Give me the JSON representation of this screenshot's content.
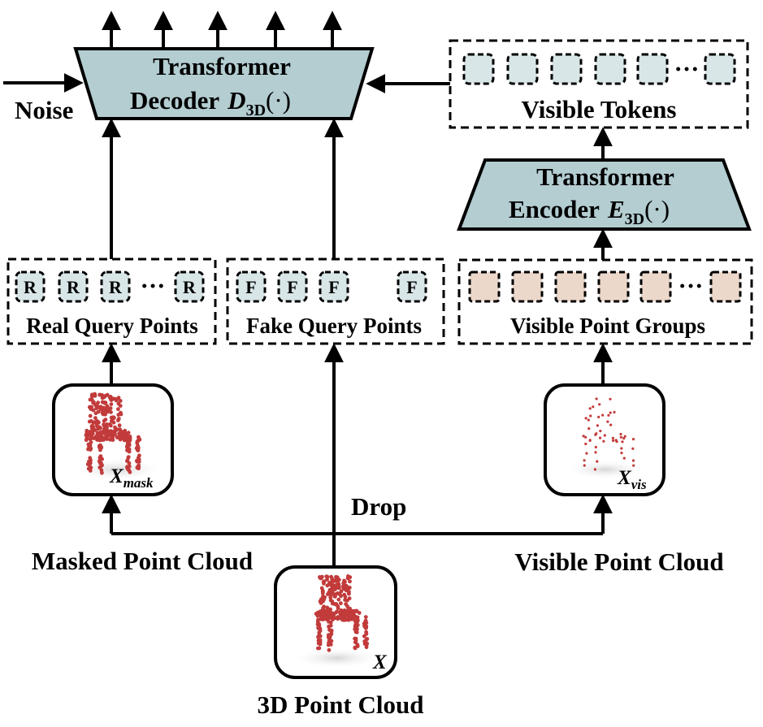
{
  "decoder": {
    "title_line1": "Transformer",
    "title_line2": "Decoder",
    "math": "D",
    "math_sub": "3D",
    "math_arg": "(·)"
  },
  "encoder": {
    "title_line1": "Transformer",
    "title_line2": "Encoder",
    "math": "E",
    "math_sub": "3D",
    "math_arg": "(·)"
  },
  "noise_label": "Noise",
  "visible_tokens": {
    "label": "Visible Tokens",
    "ellipsis": "···"
  },
  "real_query": {
    "label": "Real Query Points",
    "token": "R",
    "ellipsis": "···"
  },
  "fake_query": {
    "label": "Fake Query Points",
    "token": "F"
  },
  "visible_groups": {
    "label": "Visible Point Groups",
    "ellipsis": "···"
  },
  "masked_cloud": {
    "label": "Masked Point Cloud",
    "var": "X",
    "var_sub": "mask"
  },
  "visible_cloud": {
    "label": "Visible Point Cloud",
    "var": "X",
    "var_sub": "vis"
  },
  "input_cloud": {
    "label": "3D Point Cloud",
    "var": "X"
  },
  "drop_label": "Drop",
  "colors": {
    "block": "#b3cdd1",
    "token": "#d9e6e8",
    "group": "#ecd8cb",
    "point": "#c23b3b"
  }
}
